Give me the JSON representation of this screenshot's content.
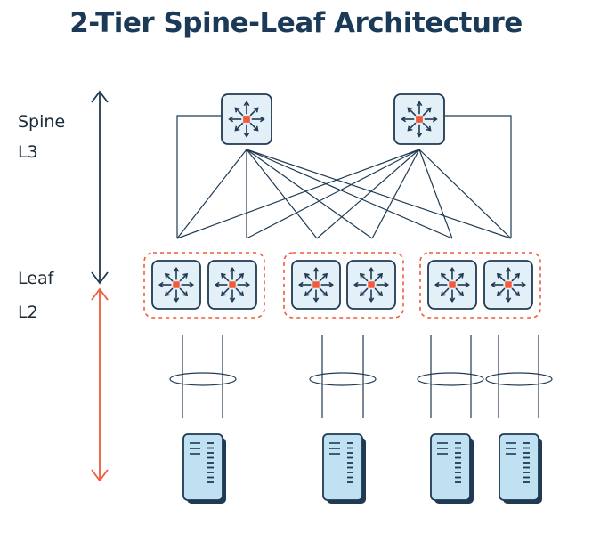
{
  "title": "2-Tier Spine-Leaf Architecture",
  "tiers": {
    "spine": {
      "name": "Spine",
      "layer": "L3"
    },
    "leaf": {
      "name": "Leaf",
      "layer": "L2"
    }
  },
  "topology": {
    "spine_switch_count": 2,
    "leaf_pair_count": 3,
    "leaf_switches_per_pair": 2,
    "server_count": 4
  },
  "colors": {
    "title": "#1a3a57",
    "line": "#1f3a52",
    "device_fill": "#e3f0f8",
    "server_fill": "#bfe1f2",
    "router_center": "#f15a3a",
    "l3_arrow": "#1f3a52",
    "l2_arrow": "#f15a3a",
    "leaf_pair_border": "#f15a3a"
  },
  "icons": {
    "switch": "router-icon",
    "server": "server-icon"
  }
}
